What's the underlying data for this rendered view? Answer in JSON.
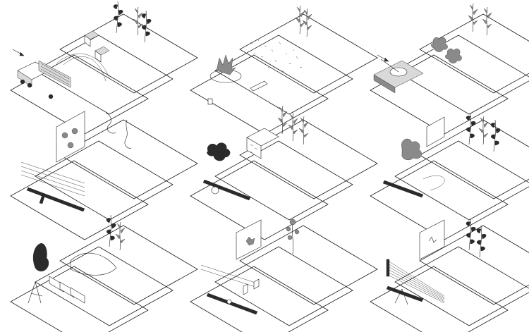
{
  "figure": {
    "panel_count": 9,
    "captions": []
  },
  "colors": {
    "ink": "#1a1a1a",
    "background": "#ffffff"
  },
  "panels": [
    {
      "name": "truck-and-rocket-launcher",
      "icons": [
        "truck-icon",
        "rocket-pod-icon",
        "arrow-icon",
        "ruin-block-icon",
        "plant-icon"
      ]
    },
    {
      "name": "crater-and-debris",
      "icons": [
        "explosion-icon",
        "debris-field-icon",
        "shell-icon",
        "plant-icon"
      ]
    },
    {
      "name": "tank-and-shrubs",
      "icons": [
        "tank-icon",
        "shrub-icon",
        "arrow-icon",
        "plant-icon"
      ]
    },
    {
      "name": "rifle-and-target-wall",
      "icons": [
        "rifle-icon",
        "target-wall-icon",
        "bullet-icon",
        "vine-icon"
      ]
    },
    {
      "name": "artillery-and-wall",
      "icons": [
        "artillery-icon",
        "smoke-icon",
        "broken-wall-icon",
        "plant-icon"
      ]
    },
    {
      "name": "rocket-launcher-and-wall",
      "icons": [
        "rocket-launcher-icon",
        "smoke-icon",
        "wall-icon",
        "plant-icon"
      ]
    },
    {
      "name": "mortar-and-barriers",
      "icons": [
        "mortar-icon",
        "tree-smoke-icon",
        "barrier-icon",
        "plant-icon"
      ]
    },
    {
      "name": "sniper-and-panel",
      "icons": [
        "sniper-rifle-icon",
        "target-panel-icon",
        "barrier-icon",
        "flower-icon"
      ]
    },
    {
      "name": "machine-gun-and-panel",
      "icons": [
        "machine-gun-icon",
        "bullet-spray-icon",
        "target-panel-icon",
        "plant-icon"
      ]
    }
  ]
}
